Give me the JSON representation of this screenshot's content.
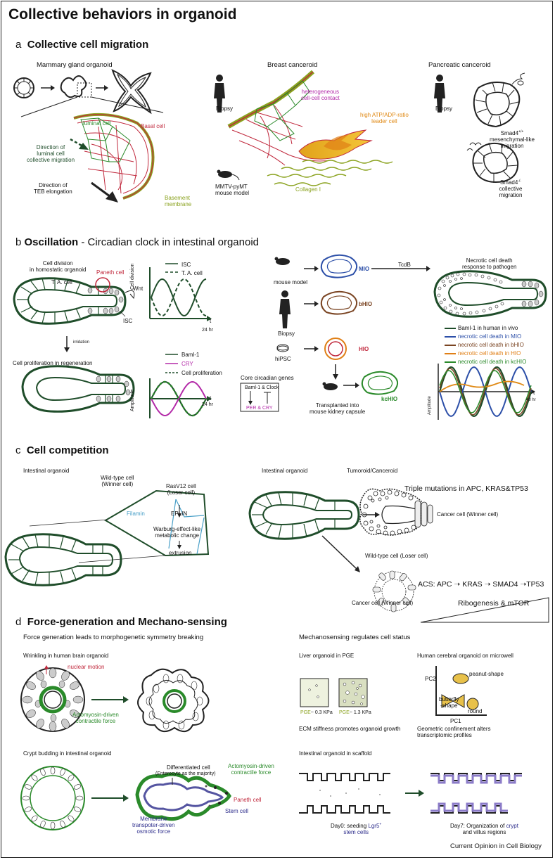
{
  "title": "Collective behaviors in organoid",
  "footer": "Current Opinion in Cell Biology",
  "colors": {
    "dark_green": "#1f4d2a",
    "red": "#c0283c",
    "green": "#2a8a2a",
    "olive": "#8aa21e",
    "purple": "#b32aa8",
    "orange": "#e08a16",
    "blue": "#2c4fa8",
    "brown": "#7a4422",
    "navy": "#2a2a8a",
    "light_blue": "#4aa0c8"
  },
  "a": {
    "letter": "a",
    "heading": "Collective cell migration",
    "mammary": {
      "title": "Mammary gland organoid",
      "luminal_cell": "luminal cell",
      "basal_cell": "Basal cell",
      "direction_luminal": "Direction of\nluminal cell\ncollective migration",
      "direction_teb": "Direction of\nTEB elongation",
      "basement": "Basement\nmembrane"
    },
    "breast": {
      "title": "Breast canceroid",
      "biopsy": "Biopsy",
      "hetero": "heterogeneous\ncell-cell contact",
      "leader": "high ATP/ADP-ratio\nleader cell",
      "collagen": "Collagen I",
      "mmtv": "MMTV-pyMT\nmouse model"
    },
    "pancreatic": {
      "title": "Pancreatic canceroid",
      "biopsy": "Biopsy",
      "smad_plus_name": "Smad4",
      "smad_plus_sup": "+/+",
      "smad_plus_rest": "mesenchymal-like\nmigration",
      "smad_minus_name": "Smad4",
      "smad_minus_sup": "-/-",
      "smad_minus_rest": "collective\nmigration"
    }
  },
  "b": {
    "letter": "b",
    "heading_bold": "Oscillation",
    "heading_rest": " - Circadian clock in intestinal organoid",
    "cell_division_title": "Cell division\nin homostatic organoid",
    "ta_cell": "T. A. cell",
    "paneth": "Paneth cell",
    "wnt": "Wnt",
    "isc": "ISC",
    "irridation": "irridation",
    "regeneration": "Cell proliferation in regeneration",
    "legend1": [
      "ISC",
      "T. A. cell"
    ],
    "plot1_ylabel": "Cell division",
    "plot1_x": "t",
    "plot1_x2": "24 hr",
    "legend2": [
      "Baml-1",
      "CRY",
      "Cell proliferation"
    ],
    "plot2_ylabel": "Amplitude",
    "plot2_x": "t",
    "plot2_x2": "24 hr",
    "mouse_model": "mouse model",
    "biopsy": "Biopsy",
    "hipsc": "hiPSC",
    "mio": "MIO",
    "bhio": "bHIO",
    "hio": "HIO",
    "kchio": "kcHIO",
    "tcdb": "TcdB",
    "core": "Core circadian genes",
    "baml_clock": "Baml-1 & Clock",
    "per_cry": "PER & CRY",
    "transplanted": "Transplanted into\nmouse kidney capsule",
    "necrotic_title": "Necrotic cell death\nresponse to pathogen",
    "legend3": [
      "Baml-1 in human in vivo",
      "necrotic cell death in MIO",
      "necrotic cell death in bHIO",
      "necrotic cell death in HIO",
      "necrotic cell death in kcHIO"
    ],
    "plot3_ylabel": "Amplitude",
    "plot3_x": "t",
    "plot3_x2": "48 hr"
  },
  "c": {
    "letter": "c",
    "heading": "Cell competition",
    "intestinal_left": "Intestinal organoid",
    "wild_type": "Wild-type cell\n(Winner cell)",
    "rasv12": "RasV12 cell\n(Loser cell)",
    "filamin": "Filamin",
    "eplin": "EPLIN",
    "warburg": "Warburg-effect-like\nmetabolic change",
    "extrusion": "extrusion",
    "intestinal_right": "Intestinal organoid",
    "tumoroid": "Tumoroid/Canceroid",
    "triple": "Triple mutations in APC, KRAS&TP53",
    "cancer_winner": "Cancer cell (Winner cell)",
    "wt_loser": "Wild-type cell (Loser cell)",
    "acs": "ACS: APC",
    "acs_steps": [
      "KRAS",
      "SMAD4",
      "TP53"
    ],
    "cancer_winner2": "Cancer cell (Winner cell)",
    "ribo": "Ribogenesis & mTOR"
  },
  "d": {
    "letter": "d",
    "heading": "Force-generation and Mechano-sensing",
    "force_sub": "Force generation leads to morphogenetic symmetry breaking",
    "mech_sub": "Mechanosensing regulates cell status",
    "wrinkling": "Wrinkling in human brain organoid",
    "nuclear": "nuclear motion",
    "actomyosin1": "Actomyosin-driven\ncontractile force",
    "liver": "Liver organoid in PGE",
    "pge_low_pre": "PGE",
    "pge_low_val": "~ 0.3 KPa",
    "pge_high_pre": "PGE",
    "pge_high_val": "~ 1.3 KPa",
    "ecm": "ECM stiffness promotes organoid growth",
    "cerebral": "Human cerebral organoid on microwell",
    "pc2": "PC2",
    "pc1": "PC1",
    "peanut": "peanut-shape",
    "butterfly": "butterfly\n-shape",
    "round": "round",
    "geometric": "Geometric confinement alters\ntranscriptomic profiles",
    "crypt_budding": "Crypt budding in intestinal organoid",
    "diff_cell": "Differentiated cell",
    "enterocyte": "(Enterocyte as the majority)",
    "actomyosin2": "Actomyosin-driven\ncontractile force",
    "paneth": "Paneth cell",
    "stem": "Stem cell",
    "membrane": "Membrane\ntranspoter-driven\nosmotic force",
    "scaffold": "Intestinal organoid in scaffold",
    "day0_pre": "Day0: seeding ",
    "day0_lgr": "Lgr5",
    "day0_post": "stem cells",
    "day7_pre": "Day7: Organization of ",
    "day7_crypt": "crypt",
    "day7_post": "and villus regions"
  }
}
